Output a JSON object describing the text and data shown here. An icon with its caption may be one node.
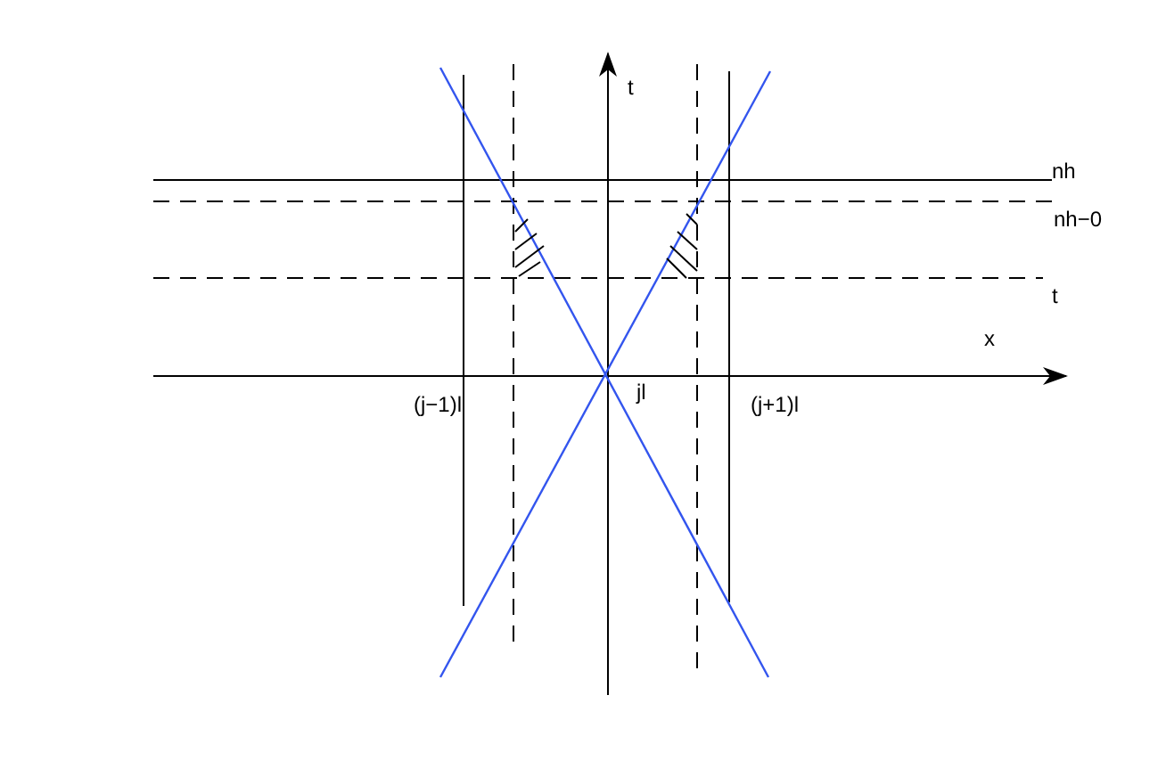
{
  "diagram": {
    "labels": [
      "t",
      "nh",
      "nh−0",
      "t",
      "x",
      "(j−1)l",
      "jl",
      "(j+1)l"
    ]
  }
}
